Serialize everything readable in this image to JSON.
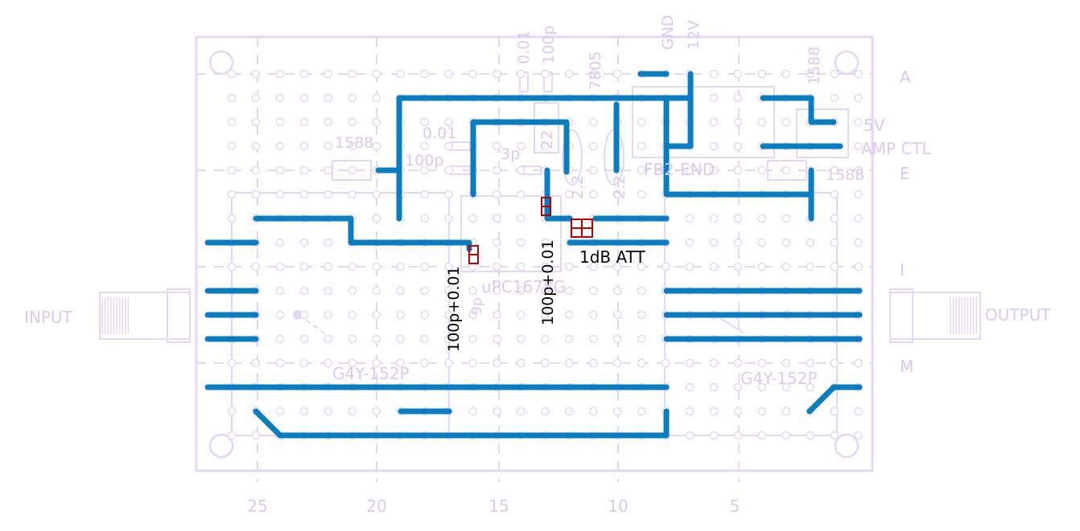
{
  "board": {
    "x_ticks": [
      "25",
      "20",
      "15",
      "10",
      "5"
    ],
    "row_labels": [
      "A",
      "E",
      "I",
      "M"
    ],
    "io": {
      "input": "INPUT",
      "output": "OUTPUT"
    }
  },
  "labels": {
    "c001_top": "0.01",
    "c100p_top": "100p",
    "reg_7805": "7805",
    "gnd": "GND",
    "v12": "12V",
    "ind_1588_top": "1588",
    "v5": "5V",
    "amp_ctl": "AMP CTL",
    "ind_1588_left": "1588",
    "c001_left": "0.01",
    "c100p_left": "100p",
    "c3p": "3p",
    "c22_a": "22",
    "c22_b": "2.2",
    "c22_c": "2.2",
    "fb_label": "FB2-END",
    "ind_1588_right": "1588",
    "upc": "uPC1678G",
    "p9": "9p",
    "cap_left": "100p+0.01",
    "cap_mid": "100p+0.01",
    "att": "1dB ATT",
    "mod_left": "G4Y-152P",
    "mod_right": "G4Y-152P"
  },
  "colors": {
    "trace": "#0a7cc0",
    "silk": "#e4d6f6",
    "label": "#dcc8f0",
    "smd": "#c00000"
  }
}
